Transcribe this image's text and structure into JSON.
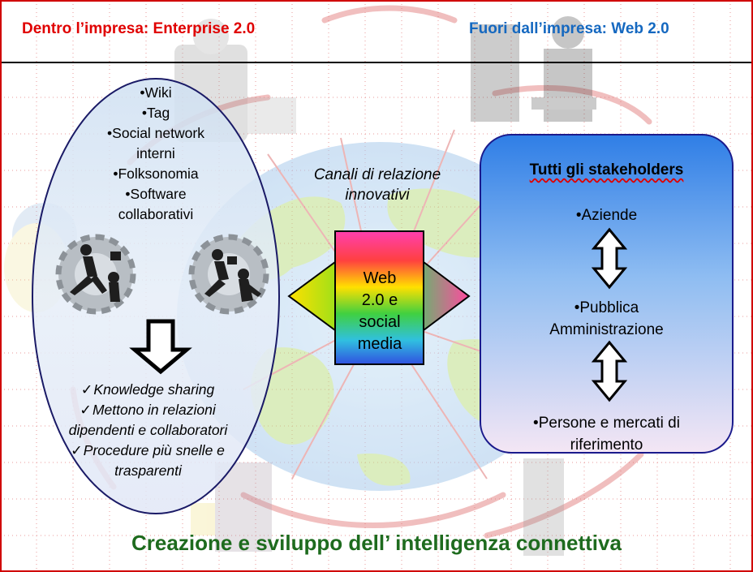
{
  "header": {
    "left_title": "Dentro l’impresa: Enterprise 2.0",
    "right_title": "Fuori dall’impresa: Web 2.0"
  },
  "enterprise_tools": [
    "•Wiki",
    "•Tag",
    "•Social network",
    "interni",
    "•Folksonomia",
    "•Software",
    "collaborativi"
  ],
  "enterprise_benefits": [
    {
      "check": "✓",
      "text": "Knowledge sharing"
    },
    {
      "check": "✓",
      "text": "Mettono in relazioni"
    },
    {
      "check": "",
      "text": "dipendenti e collaboratori"
    },
    {
      "check": "✓",
      "text": "Procedure più snelle e"
    },
    {
      "check": "",
      "text": "trasparenti"
    }
  ],
  "channels_label_line1": "Canali di relazione",
  "channels_label_line2": "innovativi",
  "web_lines": [
    "Web",
    "2.0 e",
    "social",
    "media"
  ],
  "stakeholders": {
    "title": "Tutti gli stakeholders",
    "item1": "•Aziende",
    "item2_line1": "•Pubblica",
    "item2_line2": "Amministrazione",
    "item3_line1": "•Persone e mercati di",
    "item3_line2": "riferimento"
  },
  "footer": "Creazione e sviluppo dell’ intelligenza connettiva",
  "colors": {
    "frame_red": "#d00000",
    "header_left": "#e00000",
    "header_right": "#1568c0",
    "oval_border": "#1a1a66",
    "panel_border": "#1a1a8c",
    "footer_green": "#1e6b1e"
  }
}
